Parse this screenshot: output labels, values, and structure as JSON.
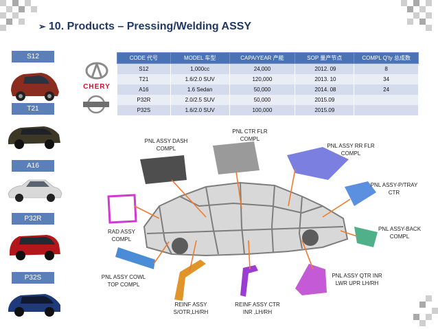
{
  "header": {
    "title": "10. Products – Pressing/Welding ASSY"
  },
  "vehicles": [
    "S12",
    "T21",
    "A16",
    "P32R",
    "P32S"
  ],
  "brands": {
    "chery": "CHERY"
  },
  "table": {
    "headers": [
      "CODE 代号",
      "MODEL 车型",
      "CAPA/YEAR 产能",
      "SOP 量产节点",
      "COMPL Q'ty 总成数"
    ],
    "rows": [
      [
        "S12",
        "1,000cc",
        "24,000",
        "2012. 09",
        "8"
      ],
      [
        "T21",
        "1.6/2.0 SUV",
        "120,000",
        "2013. 10",
        "34"
      ],
      [
        "A16",
        "1.6 Sedan",
        "50,000",
        "2014. 08",
        "24"
      ],
      [
        "P32R",
        "2.0/2.5 SUV",
        "50,000",
        "2015.09",
        ""
      ],
      [
        "P32S",
        "1.6/2.0 SUV",
        "100,000",
        "2015.09",
        ""
      ]
    ]
  },
  "parts": {
    "dash": [
      "PNL ASSY DASH",
      "COMPL"
    ],
    "ctr_flr": [
      "PNL CTR FLR",
      "COMPL"
    ],
    "rr_flr": [
      "PNL ASSY RR FLR",
      "COMPL"
    ],
    "tray": [
      "PNL ASSY-P/TRAY",
      "CTR"
    ],
    "back": [
      "PNL ASSY-BACK",
      "COMPL"
    ],
    "rad": [
      "RAD ASSY",
      "COMPL"
    ],
    "cowl": [
      "PNL ASSY COWL",
      "TOP COMPL"
    ],
    "reinf_sotr": [
      "REINF ASSY",
      "S/OTR,LH/RH"
    ],
    "reinf_ctr": [
      "REINF ASSY CTR",
      "INR ,LH/RH"
    ],
    "qtr": [
      "PNL ASSY QTR INR",
      "LWR UPR LH/RH"
    ]
  },
  "colors": {
    "title": "#1f3864",
    "label_bg": "#5b80b9",
    "table_header": "#4a73b5",
    "leader_line": "#f07a2e"
  }
}
